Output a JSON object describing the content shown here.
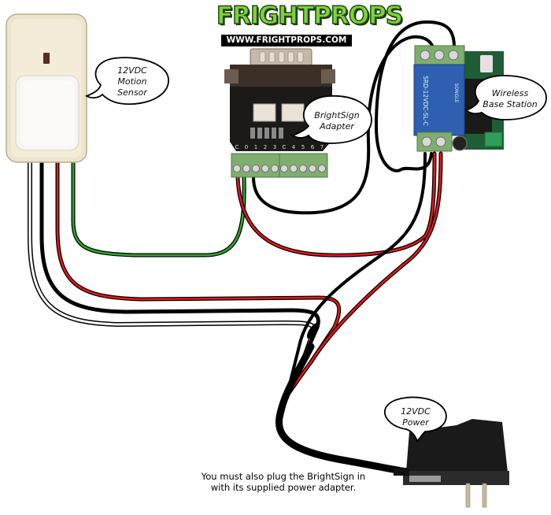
{
  "logo": {
    "title": "FRIGHTPROPS",
    "url": "WWW.FRIGHTPROPS.COM"
  },
  "callouts": {
    "motion_sensor": [
      "12VDC",
      "Motion",
      "Sensor"
    ],
    "brightsign_adapter": [
      "BrightSign",
      "Adapter"
    ],
    "wireless_base_station": [
      "Wireless",
      "Base Station"
    ],
    "power": [
      "12VDC",
      "Power"
    ]
  },
  "adapter_terminal_labels": [
    "C",
    "0",
    "1",
    "2",
    "3",
    "C",
    "4",
    "5",
    "6",
    "7"
  ],
  "relay_label": "SRD-12VDC-SL-C",
  "relay_brand": "SONGLE",
  "footnote": {
    "line1": "You must also plug the BrightSign in",
    "line2": "with its supplied power adapter."
  },
  "wire_colors": {
    "black": "#0a0a0a",
    "red": "#e3171b",
    "green": "#2fa72f",
    "white": "#ffffff"
  }
}
